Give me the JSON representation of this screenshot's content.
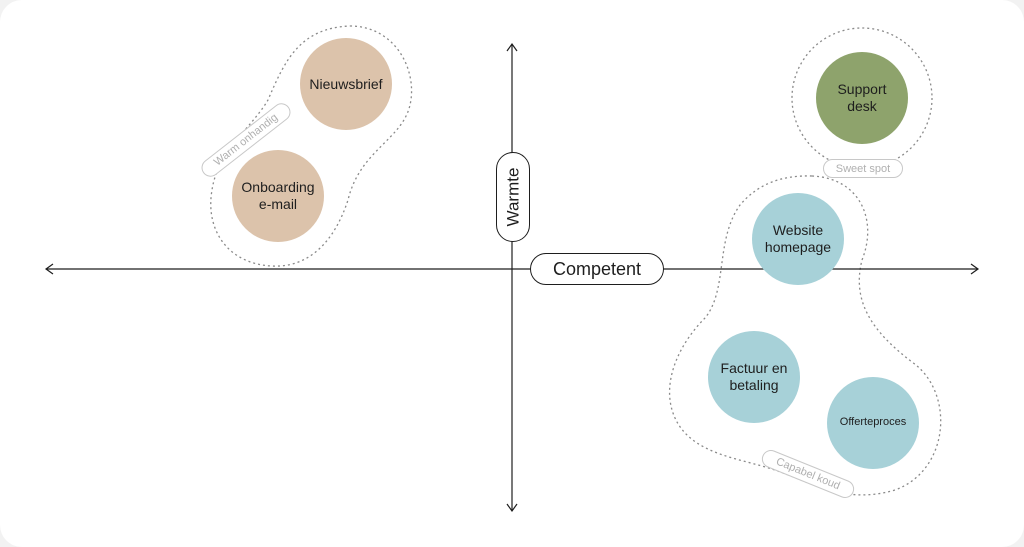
{
  "axes": {
    "x_label": "Competent",
    "y_label": "Warmte"
  },
  "groups": {
    "warm_onhandig": "Warm onhandig",
    "sweet_spot": "Sweet spot",
    "capabel_koud": "Capabel koud"
  },
  "nodes": {
    "nieuwsbrief": "Nieuwsbrief",
    "onboarding": "Onboarding\ne-mail",
    "support": "Support\ndesk",
    "website": "Website\nhomepage",
    "factuur": "Factuur en\nbetaling",
    "offerte": "Offerteproces"
  },
  "colors": {
    "warm": "#dcc3ab",
    "sweet": "#8ea36c",
    "cold": "#a7d1d8"
  }
}
